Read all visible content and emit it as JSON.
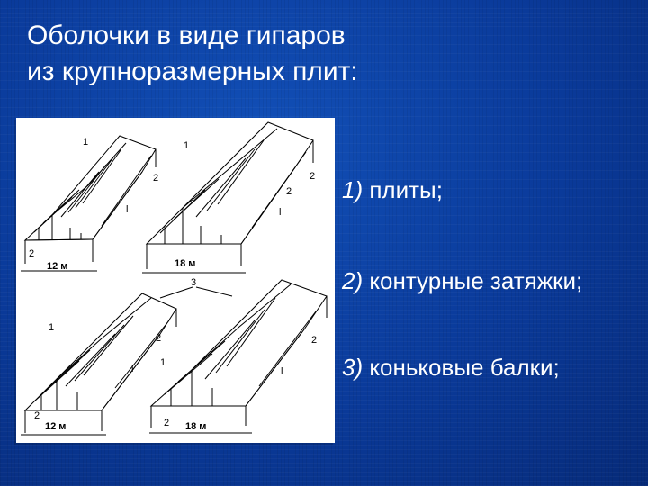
{
  "slide": {
    "title_line1": "Оболочки в виде гипаров",
    "title_line2": "из крупноразмерных плит:"
  },
  "legend": [
    {
      "num": "1)",
      "text": " плиты;"
    },
    {
      "num": "2)",
      "text": " контурные затяжки;"
    },
    {
      "num": "3)",
      "text": " коньковые балки;"
    }
  ],
  "figure": {
    "panels": [
      {
        "span": "12 м",
        "callouts": [
          "1",
          "2",
          "2",
          "l"
        ]
      },
      {
        "span": "18 м",
        "callouts": [
          "1",
          "2",
          "2",
          "l"
        ]
      },
      {
        "span": "12 м",
        "callouts": [
          "1",
          "2",
          "2",
          "l"
        ]
      },
      {
        "span": "18 м",
        "callouts": [
          "1",
          "2",
          "2",
          "l"
        ]
      }
    ],
    "shared_callout": "3"
  },
  "colors": {
    "background": "#0a3a9a",
    "text": "#ffffff",
    "figure_bg": "#ffffff"
  }
}
